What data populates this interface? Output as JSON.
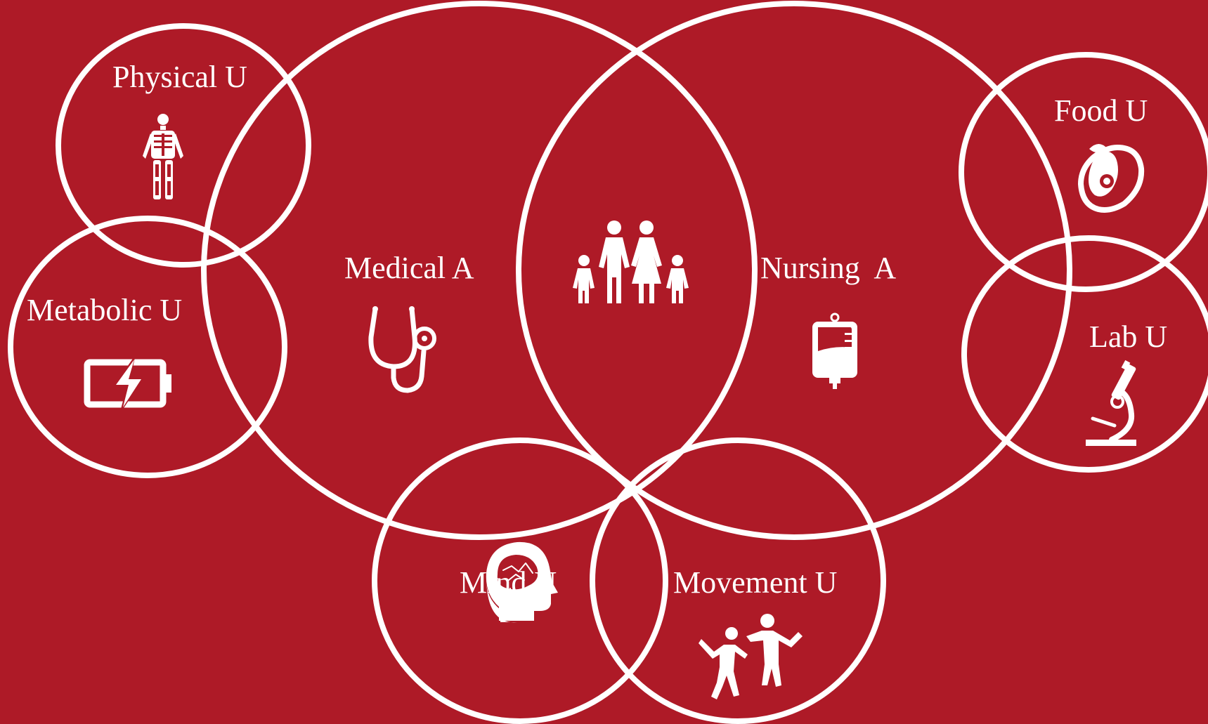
{
  "background": "#ae1a27",
  "foreground": "#ffffff",
  "nodes": {
    "physical": {
      "label": "Physical U",
      "icon": "skeleton-icon"
    },
    "metabolic": {
      "label": "Metabolic U",
      "icon": "battery-charging-icon"
    },
    "medical": {
      "label": "Medical A",
      "icon": "stethoscope-icon"
    },
    "center": {
      "icon": "family-icon"
    },
    "nursing": {
      "label": "Nursing  A",
      "icon": "iv-bag-icon"
    },
    "food": {
      "label": "Food U",
      "icon": "avocado-icon"
    },
    "lab": {
      "label": "Lab U",
      "icon": "microscope-icon"
    },
    "mind": {
      "label": "Mind U",
      "icon": "brain-head-icon"
    },
    "movement": {
      "label": "Movement U",
      "icon": "dancing-people-icon"
    }
  }
}
